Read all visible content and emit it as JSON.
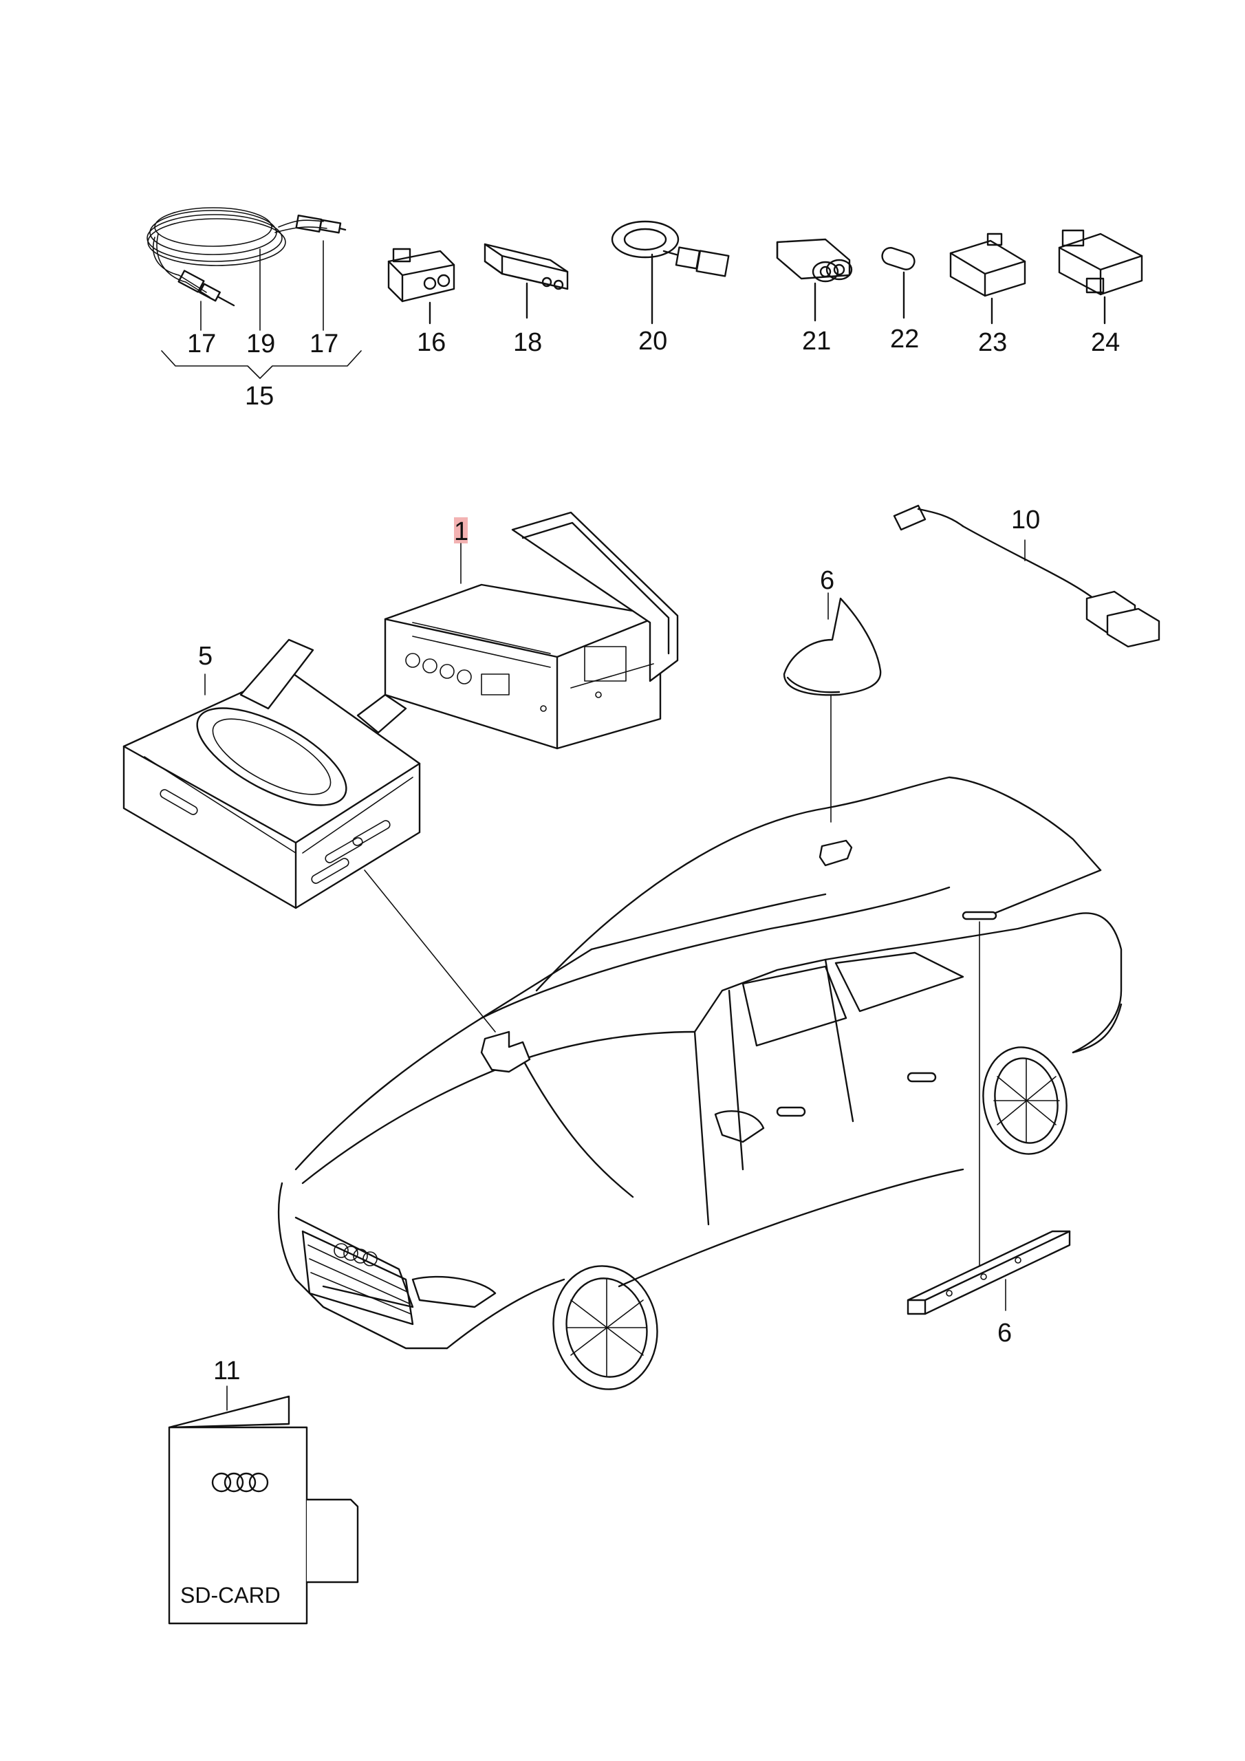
{
  "labels": {
    "l15": "15",
    "l16": "16",
    "l17a": "17",
    "l17b": "17",
    "l18": "18",
    "l19": "19",
    "l20": "20",
    "l21": "21",
    "l22": "22",
    "l23": "23",
    "l24": "24",
    "l1": "1",
    "l5": "5",
    "l6a": "6",
    "l6b": "6",
    "l10": "10",
    "l11": "11"
  },
  "booklet": {
    "text": "SD-CARD"
  },
  "colors": {
    "ink": "#111111",
    "highlight": "#f3b3b3",
    "paper": "#ffffff"
  },
  "icons": [
    "audi-rings-icon",
    "sd-card-icon"
  ]
}
